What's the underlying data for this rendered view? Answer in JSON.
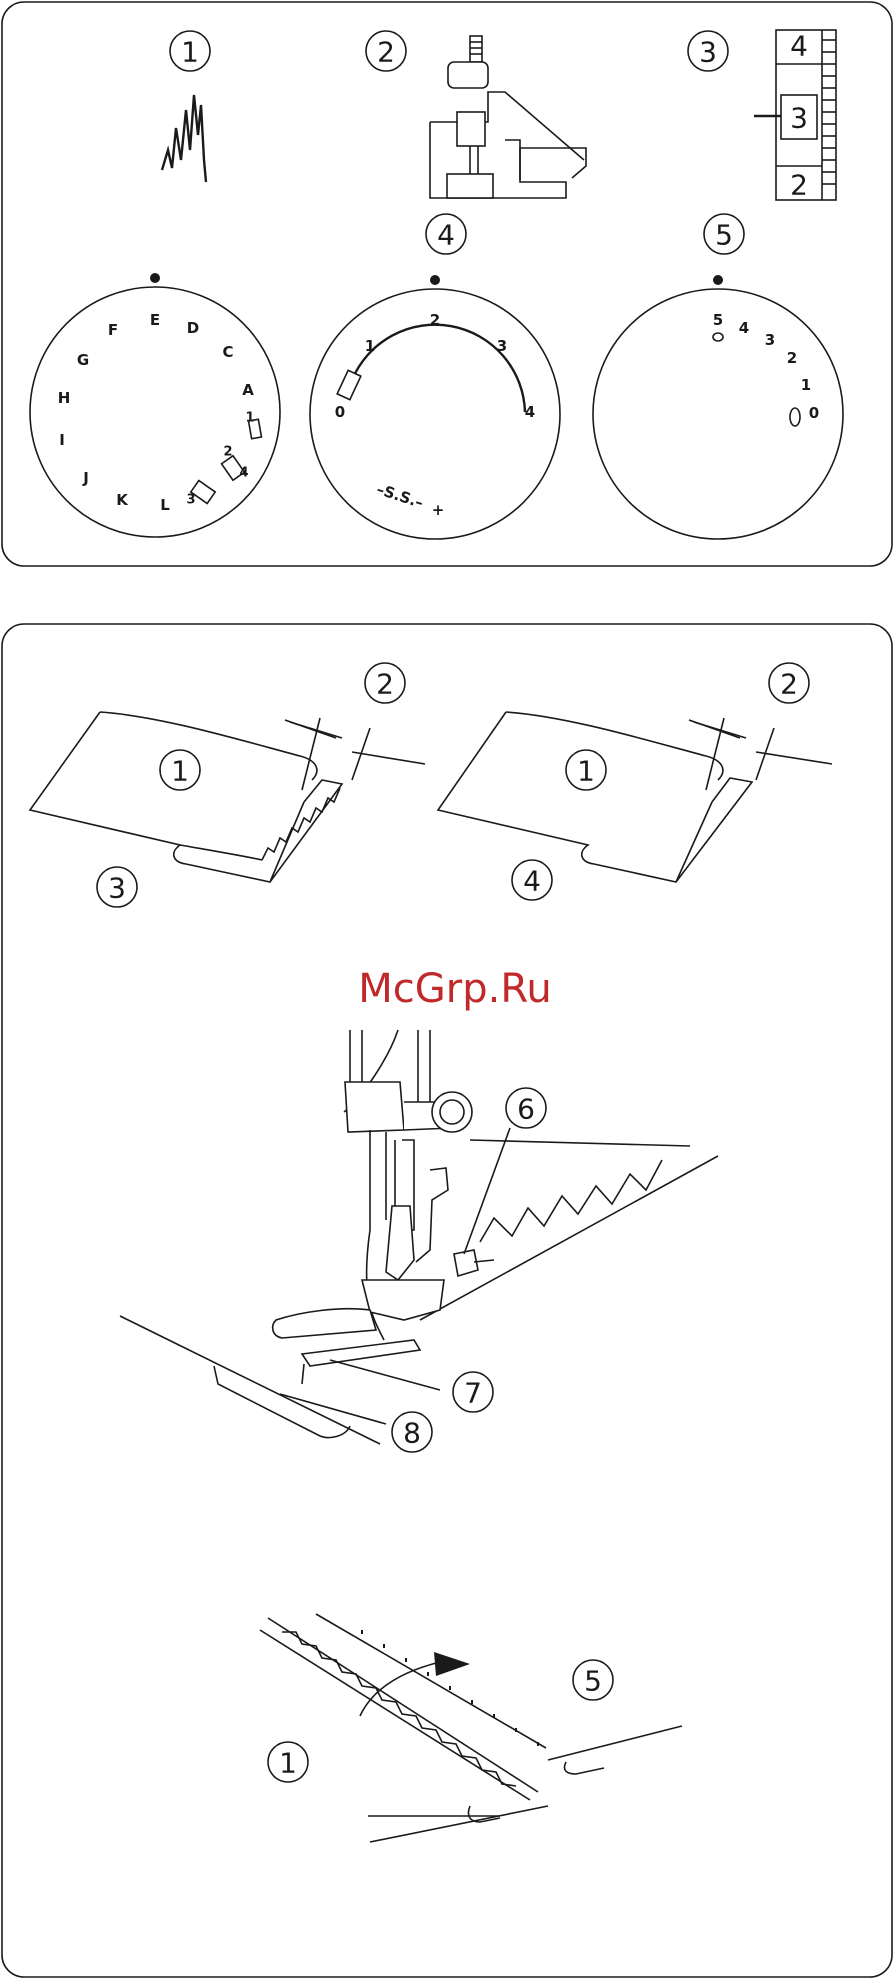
{
  "top_panel": {
    "callouts": {
      "c1": "1",
      "c2": "2",
      "c3": "3",
      "c4": "4",
      "c5": "5"
    },
    "scale_labels": [
      "4",
      "3",
      "2"
    ],
    "pattern_dial": {
      "letters": [
        "E",
        "D",
        "C",
        "A",
        "F",
        "G",
        "H",
        "I",
        "J",
        "K",
        "L"
      ],
      "numbers": [
        "1",
        "2",
        "3",
        "4"
      ]
    },
    "width_dial": {
      "marks": [
        "0",
        "1",
        "2",
        "3",
        "4"
      ],
      "ss_label": "–S.S.–",
      "plus": "+"
    },
    "length_dial": {
      "marks": [
        "5",
        "4",
        "3",
        "2",
        "1",
        "0"
      ]
    }
  },
  "bottom_panel": {
    "callouts": {
      "c1a": "1",
      "c2a": "2",
      "c3": "3",
      "c1b": "1",
      "c2b": "2",
      "c4": "4",
      "c6": "6",
      "c7": "7",
      "c8": "8",
      "c1c": "1",
      "c5": "5"
    },
    "watermark": "McGrp.Ru"
  },
  "colors": {
    "line": "#1a1a1a",
    "watermark": "#c0282a"
  }
}
